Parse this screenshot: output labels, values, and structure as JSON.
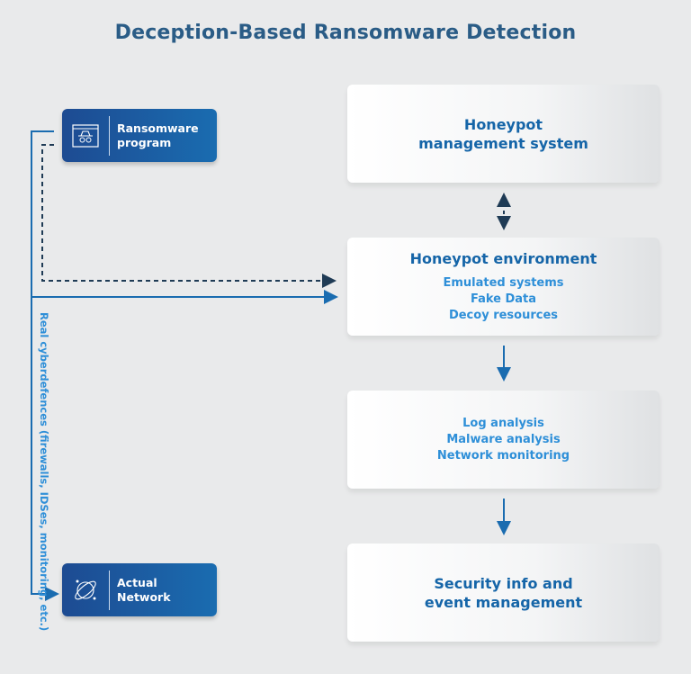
{
  "title": "Deception-Based Ransomware Detection",
  "left_nodes": {
    "ransomware": {
      "label_line1": "Ransomware",
      "label_line2": "program",
      "icon": "spy-browser-icon"
    },
    "network": {
      "label_line1": "Actual",
      "label_line2": "Network",
      "icon": "orbit-network-icon"
    }
  },
  "side_label": "Real cyberdefences (firewalls, IDSes, monitoring, etc.)",
  "boxes": [
    {
      "heading_line1": "Honeypot",
      "heading_line2": "management system"
    },
    {
      "heading": "Honeypot environment",
      "items": [
        "Emulated systems",
        "Fake Data",
        "Decoy resources"
      ]
    },
    {
      "items": [
        "Log analysis",
        "Malware analysis",
        "Network monitoring"
      ]
    },
    {
      "heading_line1": "Security info and",
      "heading_line2": "event management"
    }
  ],
  "colors": {
    "accent": "#1a6cb0",
    "text_light": "#2e8fd8",
    "dark_dash": "#1f3b55",
    "background": "#e9eaeb"
  }
}
